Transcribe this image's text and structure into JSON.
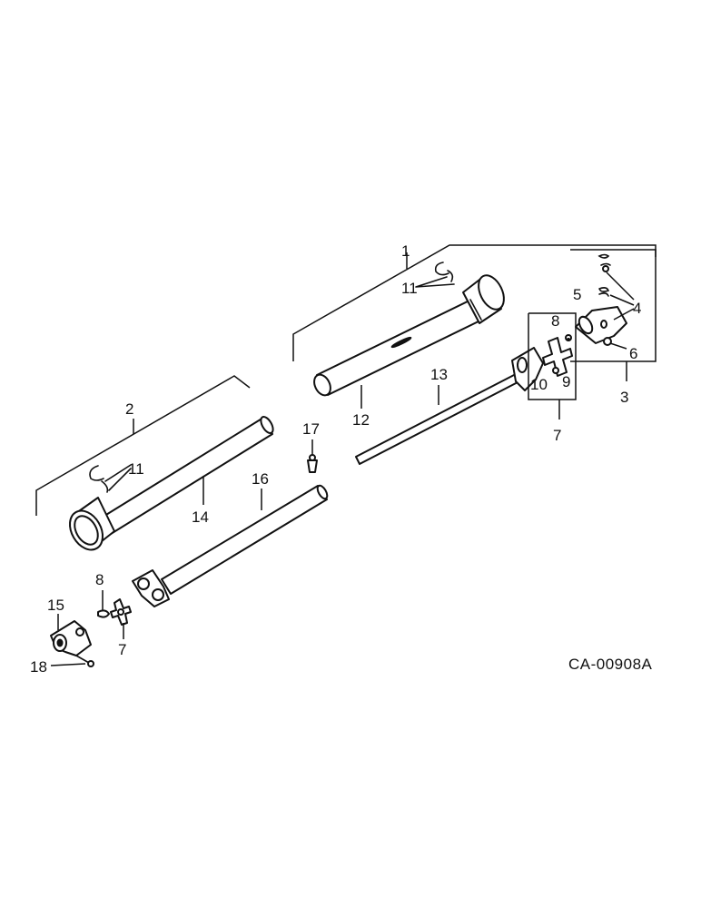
{
  "diagram": {
    "callouts": {
      "c1": "1",
      "c2": "2",
      "c3": "3",
      "c4": "4",
      "c5": "5",
      "c6": "6",
      "c7": "7",
      "c8": "8",
      "c9": "9",
      "c10": "10",
      "c11": "11",
      "c12": "12",
      "c13": "13",
      "c14": "14",
      "c15": "15",
      "c16": "16",
      "c17": "17",
      "c18": "18"
    },
    "drawing_code": "CA-00908A"
  }
}
